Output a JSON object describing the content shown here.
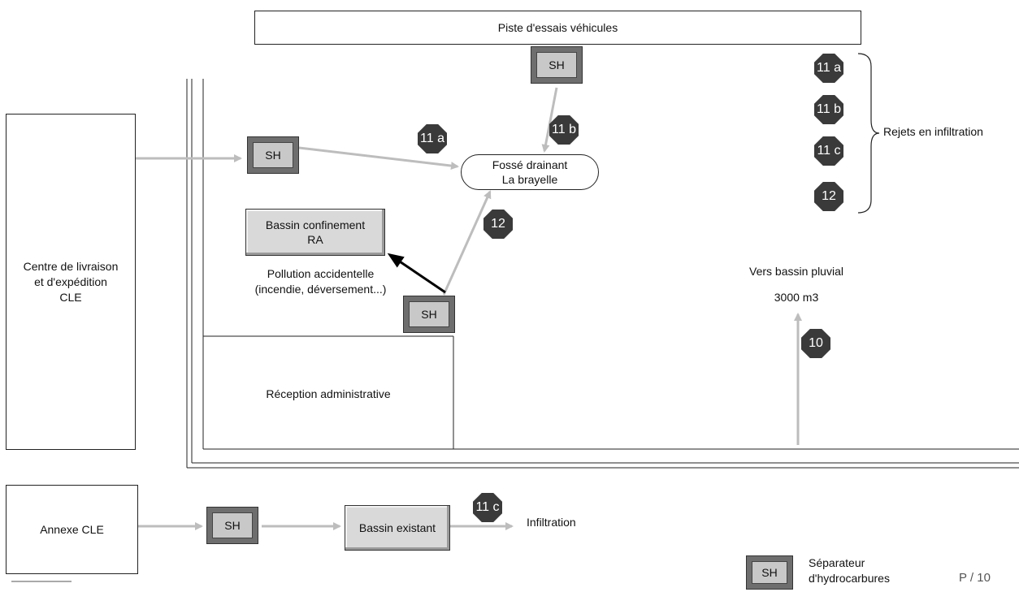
{
  "test_track": "Piste d'essais véhicules",
  "delivery_center": "Centre de livraison\net d'expédition\nCLE",
  "annex": "Annexe CLE",
  "drainage_ditch": "Fossé drainant\nLa brayelle",
  "confinement_basin": "Bassin confinement\nRA",
  "accidental_pollution": "Pollution accidentelle\n(incendie, déversement...)",
  "admin_reception": "Réception administrative",
  "rain_basin": "Vers bassin pluvial",
  "rain_basin_volume": "3000 m3",
  "existing_basin": "Bassin existant",
  "infiltration": "Infiltration",
  "infiltration_discharges": "Rejets en infiltration",
  "separator_label": "SH",
  "legend": {
    "symbol": "SH",
    "text": "Séparateur\nd'hydrocarbures"
  },
  "markers": {
    "m11a": "11 a",
    "m11b": "11 b",
    "m11c": "11 c",
    "m12": "12",
    "m10": "10"
  },
  "page_number": "P / 10"
}
